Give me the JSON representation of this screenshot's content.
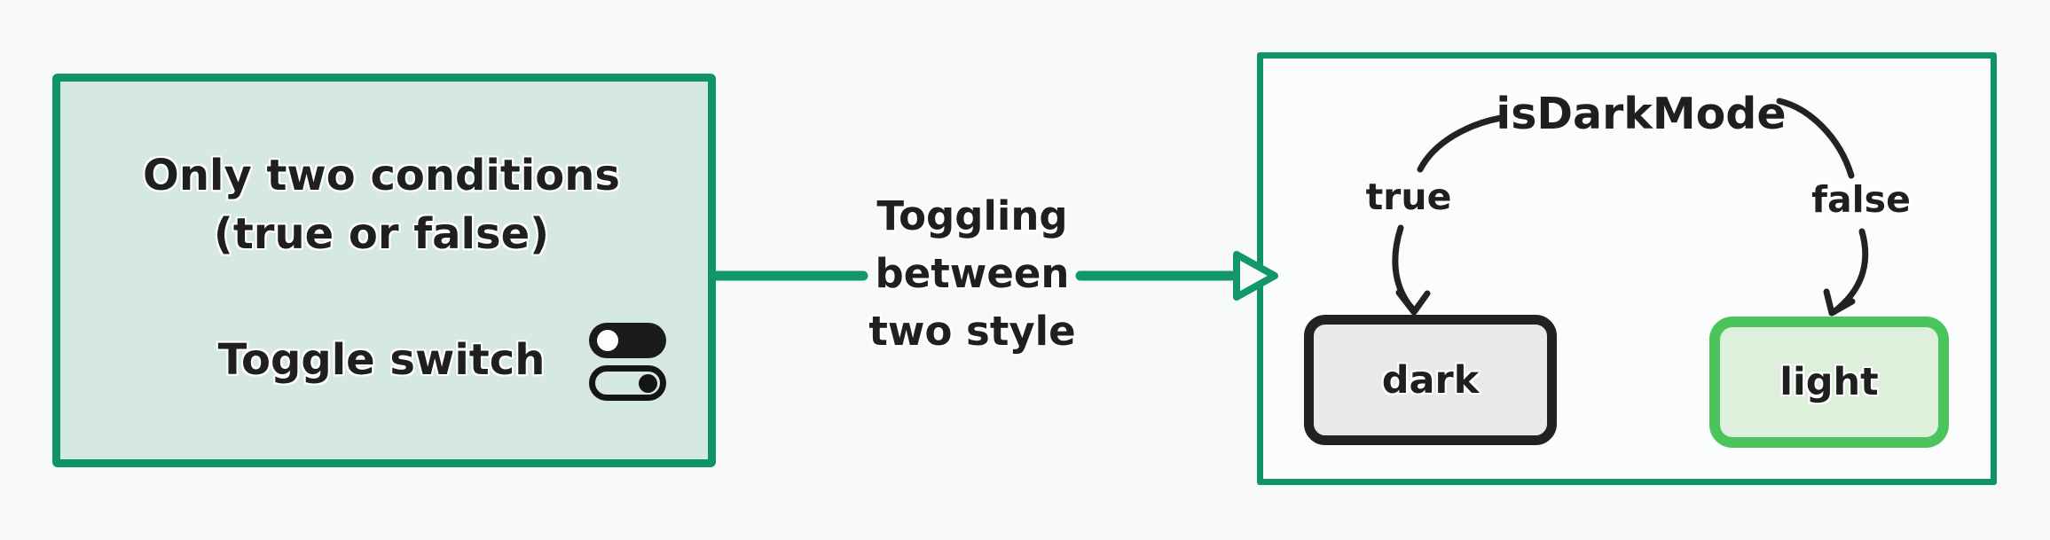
{
  "canvas": {
    "background": "#f7f9fa",
    "ink_color": "#1f1f1f",
    "accent_green": "#0f9468",
    "arrow_green": "#12976c"
  },
  "left_panel": {
    "fill": "#d5e8e1",
    "border_color": "#0f9468",
    "title_line1": "Only two conditions",
    "title_line2": "(true or false)",
    "toggle_label": "Toggle switch",
    "icons": [
      "toggle-on-icon",
      "toggle-off-icon"
    ]
  },
  "connector": {
    "color": "#12976c",
    "label_line1": "Toggling",
    "label_line2": "between",
    "label_line3": "two style",
    "arrowhead": "hollow-triangle-right"
  },
  "right_panel": {
    "fill": "#fbfcfd",
    "border_color": "#0f9468",
    "title": "isDarkMode",
    "branch_true_label": "true",
    "branch_false_label": "false",
    "dark_box": {
      "label": "dark",
      "fill": "#e9e9e9",
      "border_color": "#222222"
    },
    "light_box": {
      "label": "light",
      "fill": "#def0dc",
      "border_color": "#4cc45c"
    }
  }
}
